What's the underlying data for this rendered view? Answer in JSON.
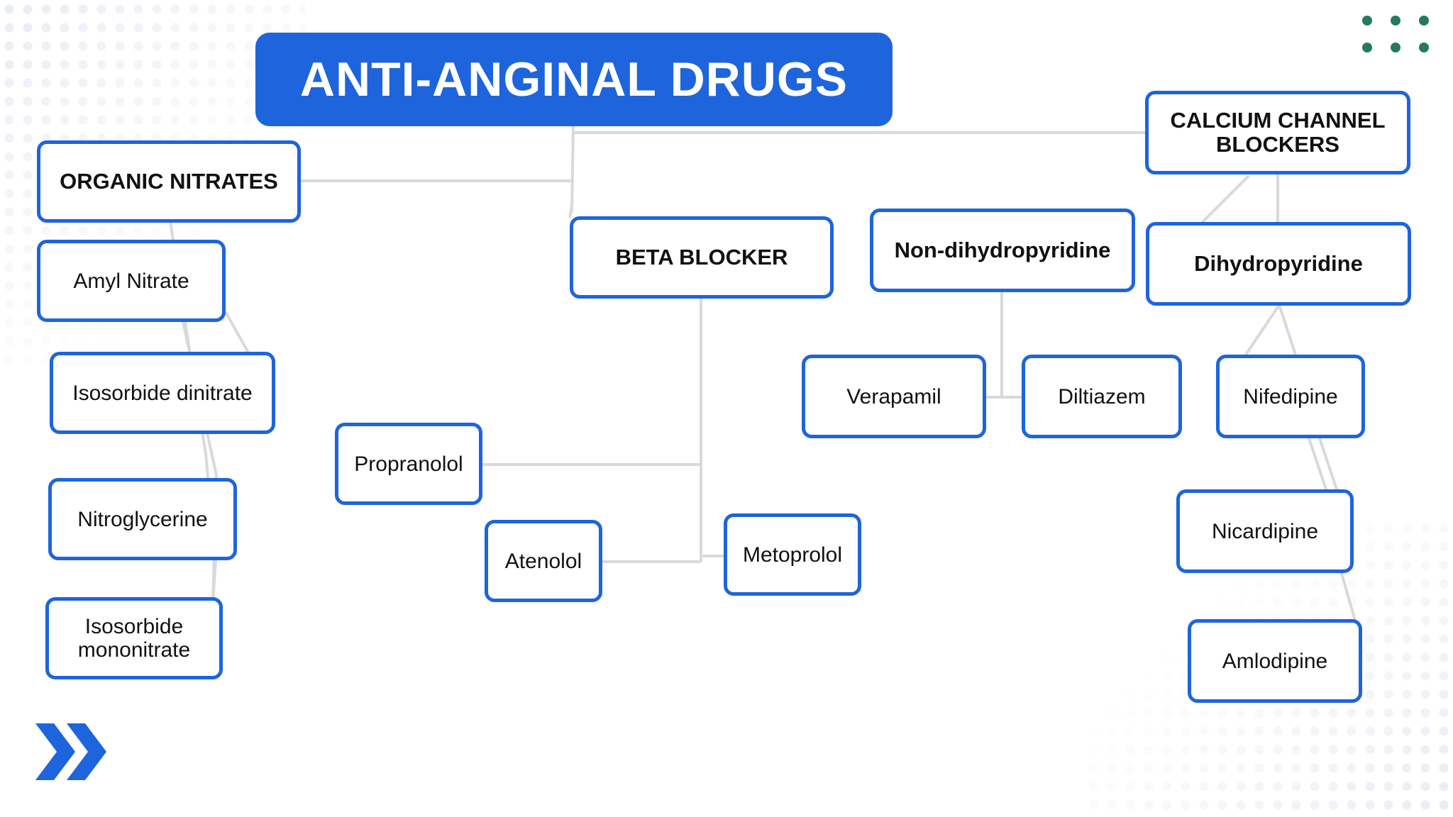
{
  "title": "ANTI-ANGINAL DRUGS",
  "categories": {
    "nitrates": {
      "label": "ORGANIC NITRATES",
      "drugs": [
        "Amyl Nitrate",
        "Isosorbide dinitrate",
        "Nitroglycerine",
        "Isosorbide mononitrate"
      ]
    },
    "beta": {
      "label": "BETA BLOCKER",
      "drugs": [
        "Propranolol",
        "Atenolol",
        "Metoprolol"
      ]
    },
    "ccb": {
      "label": "CALCIUM CHANNEL BLOCKERS",
      "non_dhp": {
        "label": "Non-dihydropyridine",
        "drugs": [
          "Verapamil",
          "Diltiazem"
        ]
      },
      "dhp": {
        "label": "Dihydropyridine",
        "drugs": [
          "Nifedipine",
          "Nicardipine",
          "Amlodipine"
        ]
      }
    }
  },
  "colors": {
    "accent": "#1e64dc",
    "connector": "#d9d9d9",
    "decor_dots": "#237a5f"
  },
  "icons": {
    "corner_dots": "dots-grid-icon",
    "next": "double-chevron-right-icon"
  }
}
